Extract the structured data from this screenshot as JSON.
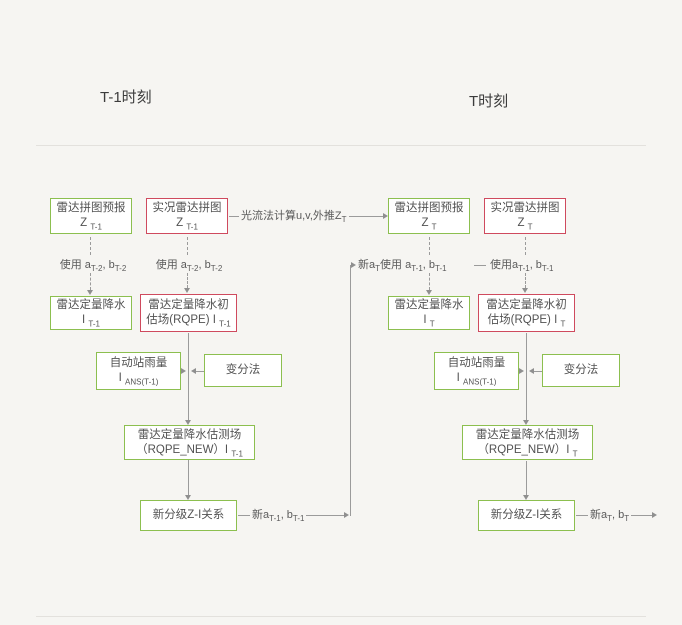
{
  "colors": {
    "background": "#f6f5f2",
    "box_fill": "#ffffff",
    "green_border": "#8cbf4f",
    "red_border": "#cf4a5e",
    "line": "#9b9b9b",
    "text": "#4f4f4f"
  },
  "headers": {
    "left": "T-1时刻",
    "right": "T时刻"
  },
  "t1": {
    "forecast": {
      "title": "雷达拼图预报",
      "symbol": [
        "Z ",
        "T-1"
      ]
    },
    "observed": {
      "title": "实况雷达拼图",
      "symbol": [
        "Z ",
        "T-1"
      ]
    },
    "qpe": {
      "title": "雷达定量降水",
      "symbol": [
        "I ",
        "T-1"
      ]
    },
    "rqpe": {
      "title": "雷达定量降水初",
      "symbol": [
        "估场(RQPE) I ",
        "T-1"
      ]
    },
    "gauge": {
      "title": "自动站雨量",
      "symbol": [
        "I ",
        "ANS(T-1)"
      ]
    },
    "variational": {
      "title": "变分法"
    },
    "rqpe_new": {
      "title": "雷达定量降水估测场",
      "symbol": [
        "（RQPE_NEW）I ",
        "T-1"
      ]
    },
    "zi": {
      "title": "新分级Z-I关系"
    },
    "use_coeff_forecast": [
      "使用 a",
      "T-2",
      ", b",
      "T-2"
    ],
    "use_coeff_observed": [
      "使用 a",
      "T-2",
      ", b",
      "T-2"
    ],
    "new_coeff_out": [
      "新a",
      "T-1",
      ", b",
      "T-1"
    ]
  },
  "t": {
    "forecast": {
      "title": "雷达拼图预报",
      "symbol": [
        "Z ",
        "T"
      ]
    },
    "observed": {
      "title": "实况雷达拼图",
      "symbol": [
        "Z ",
        "T"
      ]
    },
    "qpe": {
      "title": "雷达定量降水",
      "symbol": [
        "I ",
        "T"
      ]
    },
    "rqpe": {
      "title": "雷达定量降水初",
      "symbol": [
        "估场(RQPE) I ",
        "T"
      ]
    },
    "gauge": {
      "title": "自动站雨量",
      "symbol": [
        "I ",
        "ANS(T-1)"
      ]
    },
    "variational": {
      "title": "变分法"
    },
    "rqpe_new": {
      "title": "雷达定量降水估测场",
      "symbol": [
        "（RQPE_NEW）I ",
        "T"
      ]
    },
    "zi": {
      "title": "新分级Z-I关系"
    },
    "use_coeff_forecast": [
      "新a",
      "T",
      "使用 a",
      "T-1",
      ", b",
      "T-1"
    ],
    "use_coeff_observed": [
      "使用a",
      "T-1",
      ", b",
      "T-1"
    ],
    "new_coeff_out": [
      "新a",
      "T",
      ", b",
      "T"
    ]
  },
  "flow": {
    "optical": [
      "光流法计算u,v,外推Z",
      "T"
    ]
  }
}
